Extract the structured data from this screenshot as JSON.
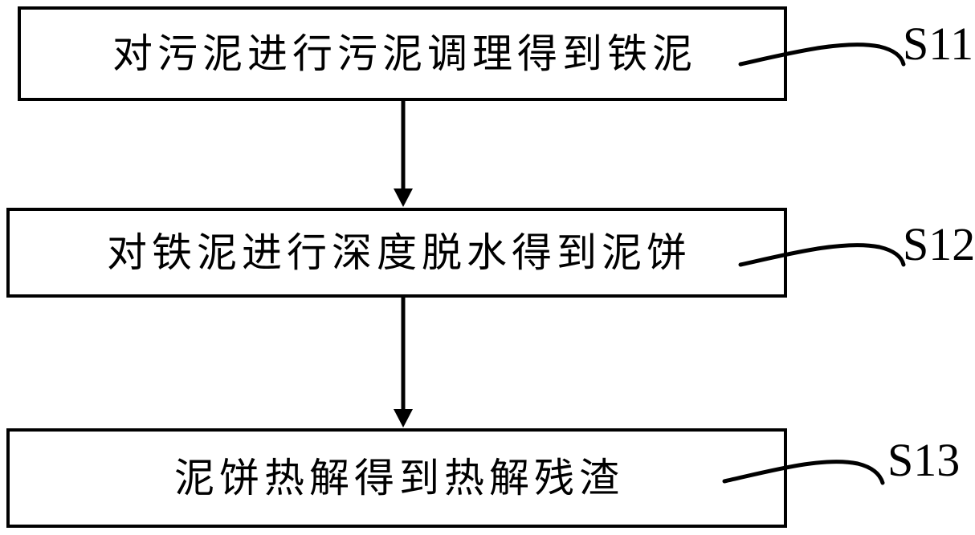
{
  "diagram": {
    "type": "flowchart",
    "title": "",
    "background_color": "#ffffff",
    "line_color": "#000000",
    "steps": [
      {
        "id": "S11",
        "text": "对污泥进行污泥调理得到铁泥",
        "label": "S11"
      },
      {
        "id": "S12",
        "text": "对铁泥进行深度脱水得到泥饼",
        "label": "S12"
      },
      {
        "id": "S13",
        "text": "泥饼热解得到热解残渣",
        "label": "S13"
      }
    ],
    "connectors": [
      {
        "from": "S11",
        "to": "S12",
        "style": "arrow-down"
      },
      {
        "from": "S12",
        "to": "S13",
        "style": "arrow-down"
      }
    ]
  }
}
